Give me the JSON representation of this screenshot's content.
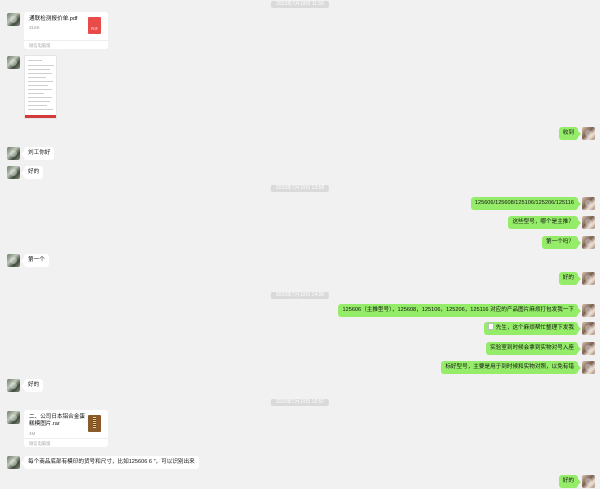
{
  "timestamps": [
    "2023年7月19日 11:58",
    "2023年7月19日 13:58",
    "2023年7月19日 14:06",
    "2023年7月19日 16:57"
  ],
  "file_pdf": {
    "name": "通联检测报价单.pdf",
    "size": "315K",
    "footer": "微信电脑版",
    "icon_label": "PDF"
  },
  "file_rar": {
    "name": "二、公司日本铝合金蛋糕模图片.rar",
    "size": "4M",
    "footer": "微信电脑版"
  },
  "messages": {
    "received": "收到",
    "greet": "刘工你好",
    "ok1": "好的",
    "models": "125606/125608/125106/125206/125116",
    "which_main": "这些型号，哪个是主推？",
    "first_q": "第一个吗？",
    "first_a": "第一个",
    "ok2": "好的",
    "main_models": "125606（主推型号），125608，125106，125206，125116  对应的产品图片麻烦打包发我一下",
    "sorted": "先生，这个麻烦帮忙整理下发我",
    "sample": "实验室到时候会拿到实物对号入座",
    "labels": "标好型号，主要是用于到时候和实物对照，以免有错",
    "ok3": "好的",
    "print_size": "每个商品底部有模印的货号和尺寸，比如125606  6 ″，可以识别出来",
    "ok4": "好的"
  }
}
